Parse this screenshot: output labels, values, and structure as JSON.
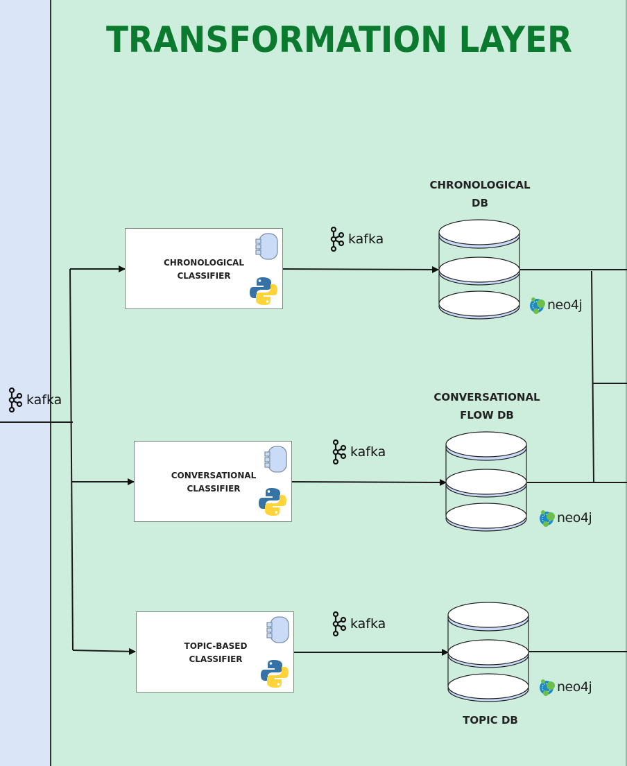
{
  "diagram": {
    "title": "TRANSFORMATION LAYER",
    "colors": {
      "title": "#0b7a2f",
      "main_background": "#cdeedd",
      "left_background": "#dae6f7",
      "db_band": "#c9dbf7",
      "component_icon": "#c9dbf7",
      "python_blue": "#3572a5",
      "python_yellow": "#ffd43b",
      "neo4j_blue": "#1a8ac9",
      "neo4j_green": "#6bbf4a"
    },
    "input_broker": {
      "label": "kafka",
      "icon": "kafka-icon"
    },
    "classifiers": [
      {
        "line1": "CHRONOLOGICAL",
        "line2": "CLASSIFIER",
        "icons": [
          "component-icon",
          "python-icon"
        ]
      },
      {
        "line1": "CONVERSATIONAL",
        "line2": "CLASSIFIER",
        "icons": [
          "component-icon",
          "python-icon"
        ]
      },
      {
        "line1": "TOPIC-BASED",
        "line2": "CLASSIFIER",
        "icons": [
          "component-icon",
          "python-icon"
        ]
      }
    ],
    "brokers": [
      {
        "label": "kafka",
        "icon": "kafka-icon"
      },
      {
        "label": "kafka",
        "icon": "kafka-icon"
      },
      {
        "label": "kafka",
        "icon": "kafka-icon"
      }
    ],
    "databases": [
      {
        "line1": "CHRONOLOGICAL",
        "line2": "DB",
        "engine": "neo4j",
        "icon": "neo4j-icon"
      },
      {
        "line1": "CONVERSATIONAL",
        "line2": "FLOW DB",
        "engine": "neo4j",
        "icon": "neo4j-icon"
      },
      {
        "line1": "TOPIC DB",
        "line2": "",
        "engine": "neo4j",
        "icon": "neo4j-icon"
      }
    ]
  }
}
